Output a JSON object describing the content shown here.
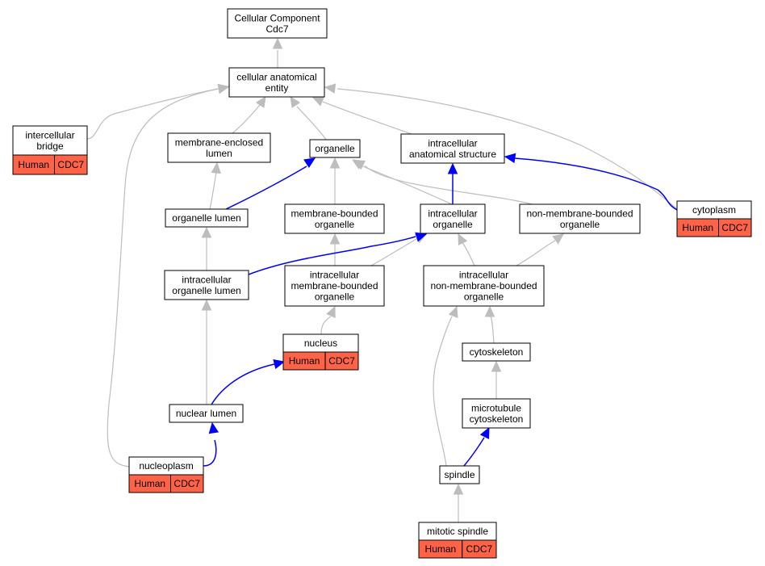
{
  "colors": {
    "node_fill": "#ffffff",
    "node_stroke": "#000000",
    "badge_fill": "#ff6347",
    "is_a_edge": "#bdbdbd",
    "part_of_edge": "#0000ff"
  },
  "nodes": {
    "root": {
      "lines": [
        "Cellular Component",
        "Cdc7"
      ]
    },
    "cellular_anatomical_entity": {
      "lines": [
        "cellular anatomical",
        "entity"
      ]
    },
    "intercellular_bridge": {
      "lines": [
        "intercellular",
        "bridge"
      ],
      "species": "Human",
      "gene": "CDC7"
    },
    "membrane_enclosed_lumen": {
      "lines": [
        "membrane-enclosed",
        "lumen"
      ]
    },
    "organelle": {
      "lines": [
        "organelle"
      ]
    },
    "intracellular_anatomical_structure": {
      "lines": [
        "intracellular",
        "anatomical structure"
      ]
    },
    "cytoplasm": {
      "lines": [
        "cytoplasm"
      ],
      "species": "Human",
      "gene": "CDC7"
    },
    "organelle_lumen": {
      "lines": [
        "organelle lumen"
      ]
    },
    "membrane_bounded_organelle": {
      "lines": [
        "membrane-bounded",
        "organelle"
      ]
    },
    "intracellular_organelle": {
      "lines": [
        "intracellular",
        "organelle"
      ]
    },
    "non_membrane_bounded_organelle": {
      "lines": [
        "non-membrane-bounded",
        "organelle"
      ]
    },
    "intracellular_organelle_lumen": {
      "lines": [
        "intracellular",
        "organelle lumen"
      ]
    },
    "intracellular_membrane_bounded_organelle": {
      "lines": [
        "intracellular",
        "membrane-bounded",
        "organelle"
      ]
    },
    "intracellular_non_membrane_bounded_organelle": {
      "lines": [
        "intracellular",
        "non-membrane-bounded",
        "organelle"
      ]
    },
    "nucleus": {
      "lines": [
        "nucleus"
      ],
      "species": "Human",
      "gene": "CDC7"
    },
    "cytoskeleton": {
      "lines": [
        "cytoskeleton"
      ]
    },
    "microtubule_cytoskeleton": {
      "lines": [
        "microtubule",
        "cytoskeleton"
      ]
    },
    "nuclear_lumen": {
      "lines": [
        "nuclear lumen"
      ]
    },
    "nucleoplasm": {
      "lines": [
        "nucleoplasm"
      ],
      "species": "Human",
      "gene": "CDC7"
    },
    "spindle": {
      "lines": [
        "spindle"
      ]
    },
    "mitotic_spindle": {
      "lines": [
        "mitotic spindle"
      ],
      "species": "Human",
      "gene": "CDC7"
    }
  }
}
